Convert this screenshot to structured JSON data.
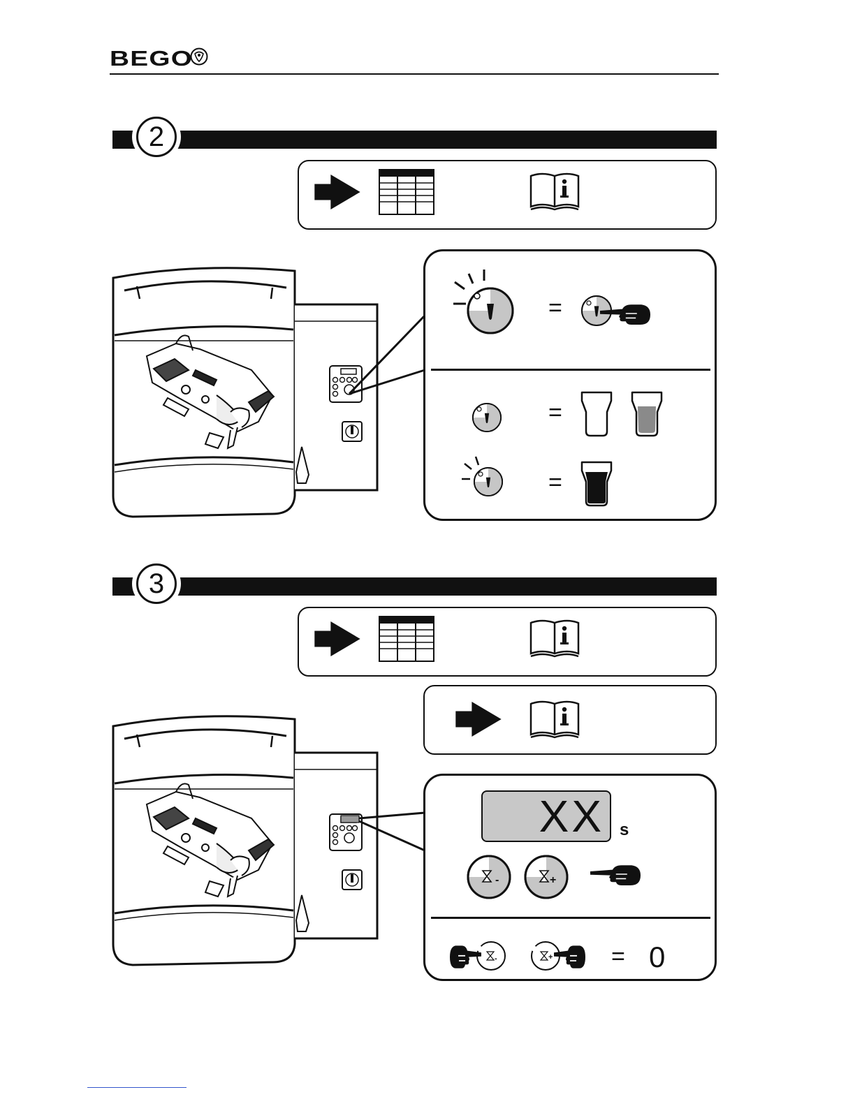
{
  "header": {
    "brand": "BEGO"
  },
  "steps": [
    {
      "number": "2",
      "display_value": "",
      "display_unit": "",
      "result_value": ""
    },
    {
      "number": "3",
      "display_value": "XX",
      "display_unit": "s",
      "result_value": "0"
    }
  ],
  "symbols": {
    "equals": "="
  },
  "icons": {
    "arrow": "arrow-right-icon",
    "table": "table-icon",
    "manual": "manual-info-icon",
    "hand": "pointing-hand-icon",
    "button": "round-button-icon",
    "timer_minus": "timer-minus-button-icon",
    "timer_plus": "timer-plus-button-icon",
    "cup_empty": "empty-cup-icon",
    "cup_half": "half-full-cup-icon",
    "cup_full": "full-cup-icon",
    "machine": "mixing-machine-icon"
  },
  "colors": {
    "ink": "#111111",
    "button_fill": "#c6c6c6",
    "lcd_fill": "#c8c8c8"
  }
}
